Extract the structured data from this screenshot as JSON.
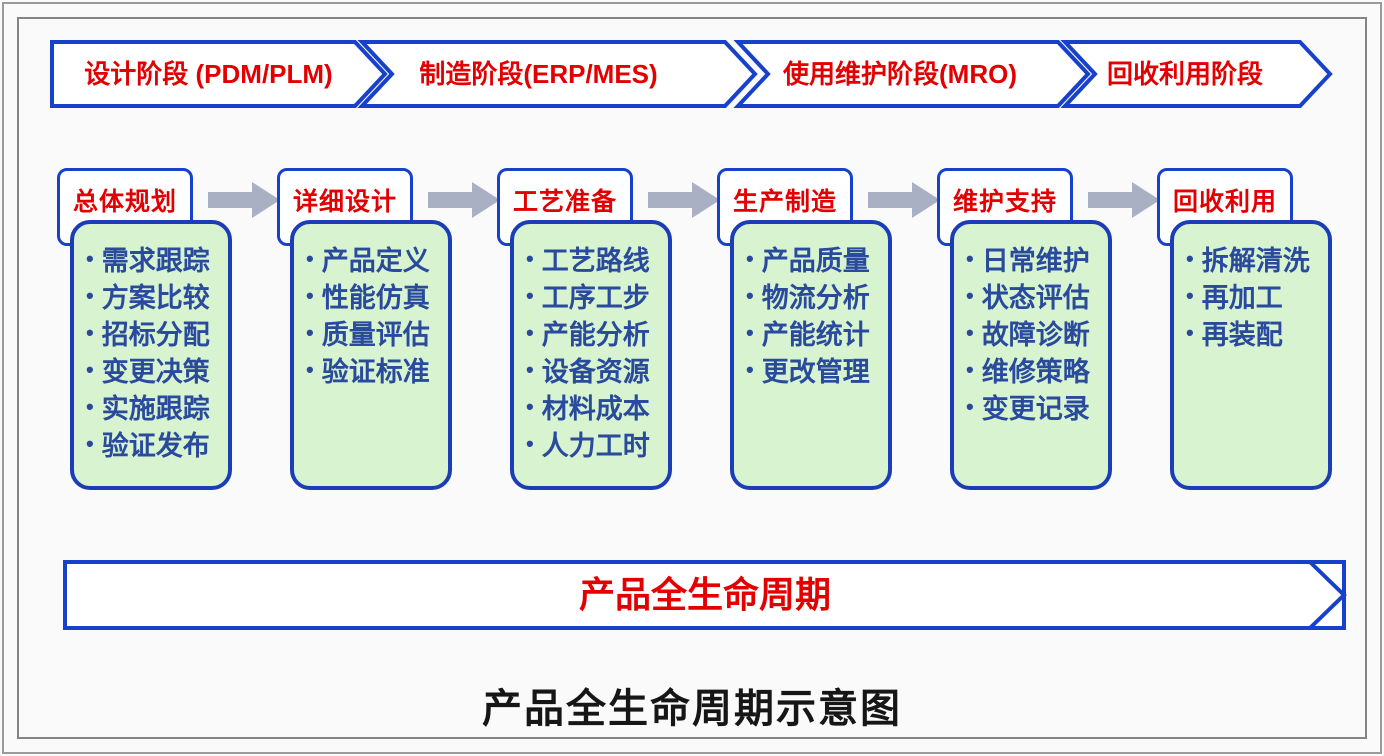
{
  "top_banner": {
    "phases": [
      {
        "label": "设计阶段 (PDM/PLM)"
      },
      {
        "label": "制造阶段(ERP/MES)"
      },
      {
        "label": "使用维护阶段(MRO)"
      },
      {
        "label": "回收利用阶段"
      }
    ]
  },
  "stages": [
    {
      "title": "总体规划",
      "items": [
        "需求跟踪",
        "方案比较",
        "招标分配",
        "变更决策",
        "实施跟踪",
        "验证发布"
      ]
    },
    {
      "title": "详细设计",
      "items": [
        "产品定义",
        "性能仿真",
        "质量评估",
        "验证标准"
      ]
    },
    {
      "title": "工艺准备",
      "items": [
        "工艺路线",
        "工序工步",
        "产能分析",
        "设备资源",
        "材料成本",
        "人力工时"
      ]
    },
    {
      "title": "生产制造",
      "items": [
        "产品质量",
        "物流分析",
        "产能统计",
        "更改管理"
      ]
    },
    {
      "title": "维护支持",
      "items": [
        "日常维护",
        "状态评估",
        "故障诊断",
        "维修策略",
        "变更记录"
      ]
    },
    {
      "title": "回收利用",
      "items": [
        "拆解清洗",
        "再加工",
        "再装配"
      ]
    }
  ],
  "bottom_banner": {
    "label": "产品全生命周期"
  },
  "caption": "产品全生命周期示意图",
  "glyphs": {
    "bullet": "•"
  },
  "colors": {
    "chevron_border": "#1741cb",
    "list_box_border": "#1b3db8",
    "list_box_fill": "#d7f3cf",
    "phase_text": "#e30000",
    "item_text": "#2a4a9e",
    "arrow_gray": "#a9b0c3",
    "frame_gray": "#848484",
    "caption_text": "#161616"
  }
}
